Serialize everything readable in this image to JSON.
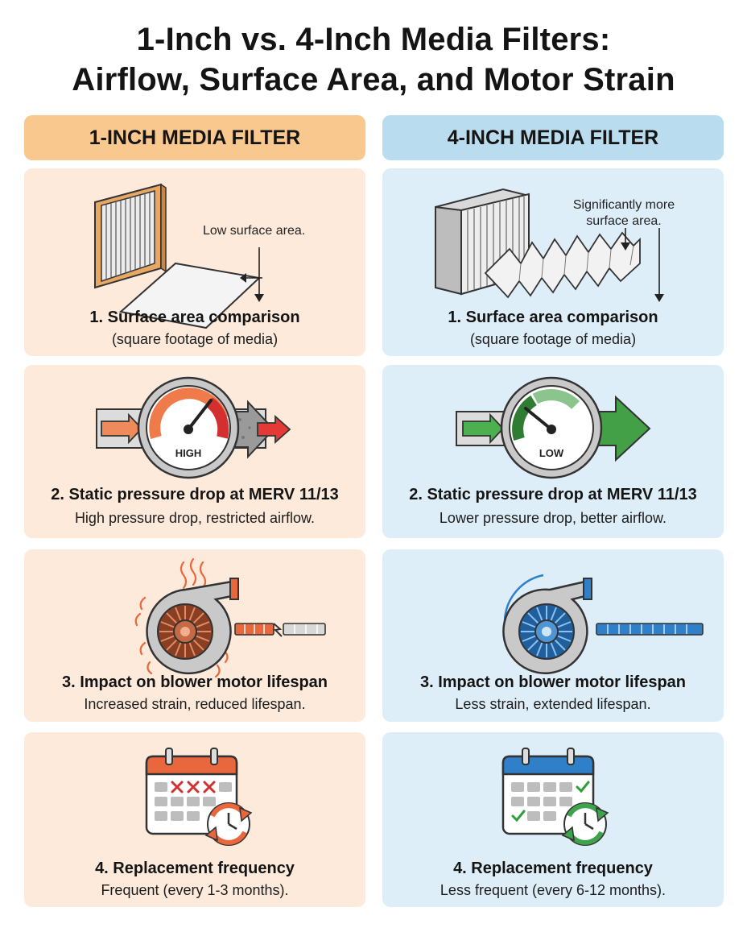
{
  "title": {
    "line1": "1-Inch vs. 4-Inch Media Filters:",
    "line2": "Airflow, Surface Area, and Motor Strain"
  },
  "columns": [
    {
      "header": "1-INCH MEDIA FILTER",
      "accent": "#f8c88e",
      "card_bg": "#fdeadb",
      "cards": [
        {
          "title": "1. Surface area comparison",
          "desc": "(square footage of media)",
          "annotation": "Low surface area.",
          "icon": "flat-filter-icon"
        },
        {
          "title": "2. Static pressure drop at MERV 11/13",
          "desc": "High pressure drop, restricted airflow.",
          "gauge_label": "HIGH",
          "icon": "pressure-gauge-high-icon"
        },
        {
          "title": "3. Impact on blower motor lifespan",
          "desc": "Increased strain, reduced lifespan.",
          "icon": "overheating-blower-icon"
        },
        {
          "title": "4. Replacement frequency",
          "desc": "Frequent (every 1-3 months).",
          "icon": "calendar-frequent-icon"
        }
      ]
    },
    {
      "header": "4-INCH MEDIA FILTER",
      "accent": "#b9dcee",
      "card_bg": "#deeef8",
      "cards": [
        {
          "title": "1. Surface area comparison",
          "desc": "(square footage of media)",
          "annotation_line1": "Significantly more",
          "annotation_line2": "surface area.",
          "icon": "pleated-filter-icon"
        },
        {
          "title": "2. Static pressure drop at MERV 11/13",
          "desc": "Lower pressure drop, better airflow.",
          "gauge_label": "LOW",
          "icon": "pressure-gauge-low-icon"
        },
        {
          "title": "3. Impact on blower motor lifespan",
          "desc": "Less strain, extended lifespan.",
          "icon": "cool-blower-icon"
        },
        {
          "title": "4. Replacement frequency",
          "desc": "Less frequent (every 6-12 months).",
          "icon": "calendar-infrequent-icon"
        }
      ]
    }
  ]
}
